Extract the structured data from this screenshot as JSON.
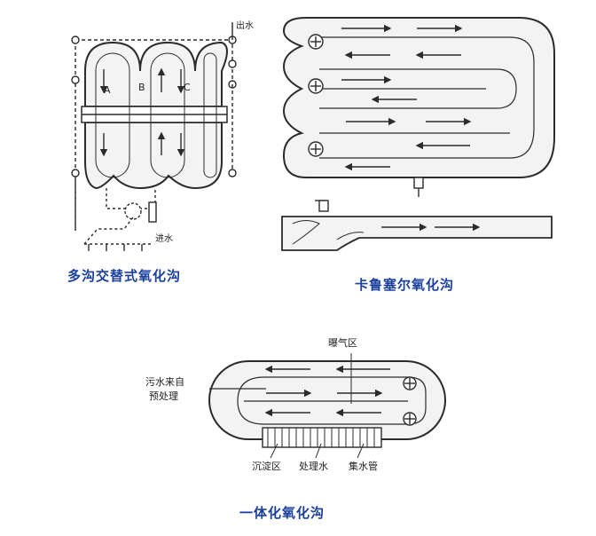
{
  "colors": {
    "caption": "#1a3f9c",
    "line": "#2b2b2b",
    "fill": "#f3f3f3"
  },
  "captions": {
    "alternating": "多沟交替式氧化沟",
    "carrousel": "卡鲁塞尔氧化沟",
    "integrated": "一体化氧化沟"
  },
  "alternating": {
    "outlet": "出水",
    "inlet": "进水",
    "ditch_labels": [
      "A",
      "B",
      "C"
    ]
  },
  "integrated": {
    "inflow": "污水来自",
    "inflow_2": "预处理",
    "aeration_zone": "曝气区",
    "settling_zone": "沉淀区",
    "treated_water": "处理水",
    "collector_pipe": "集水管"
  }
}
